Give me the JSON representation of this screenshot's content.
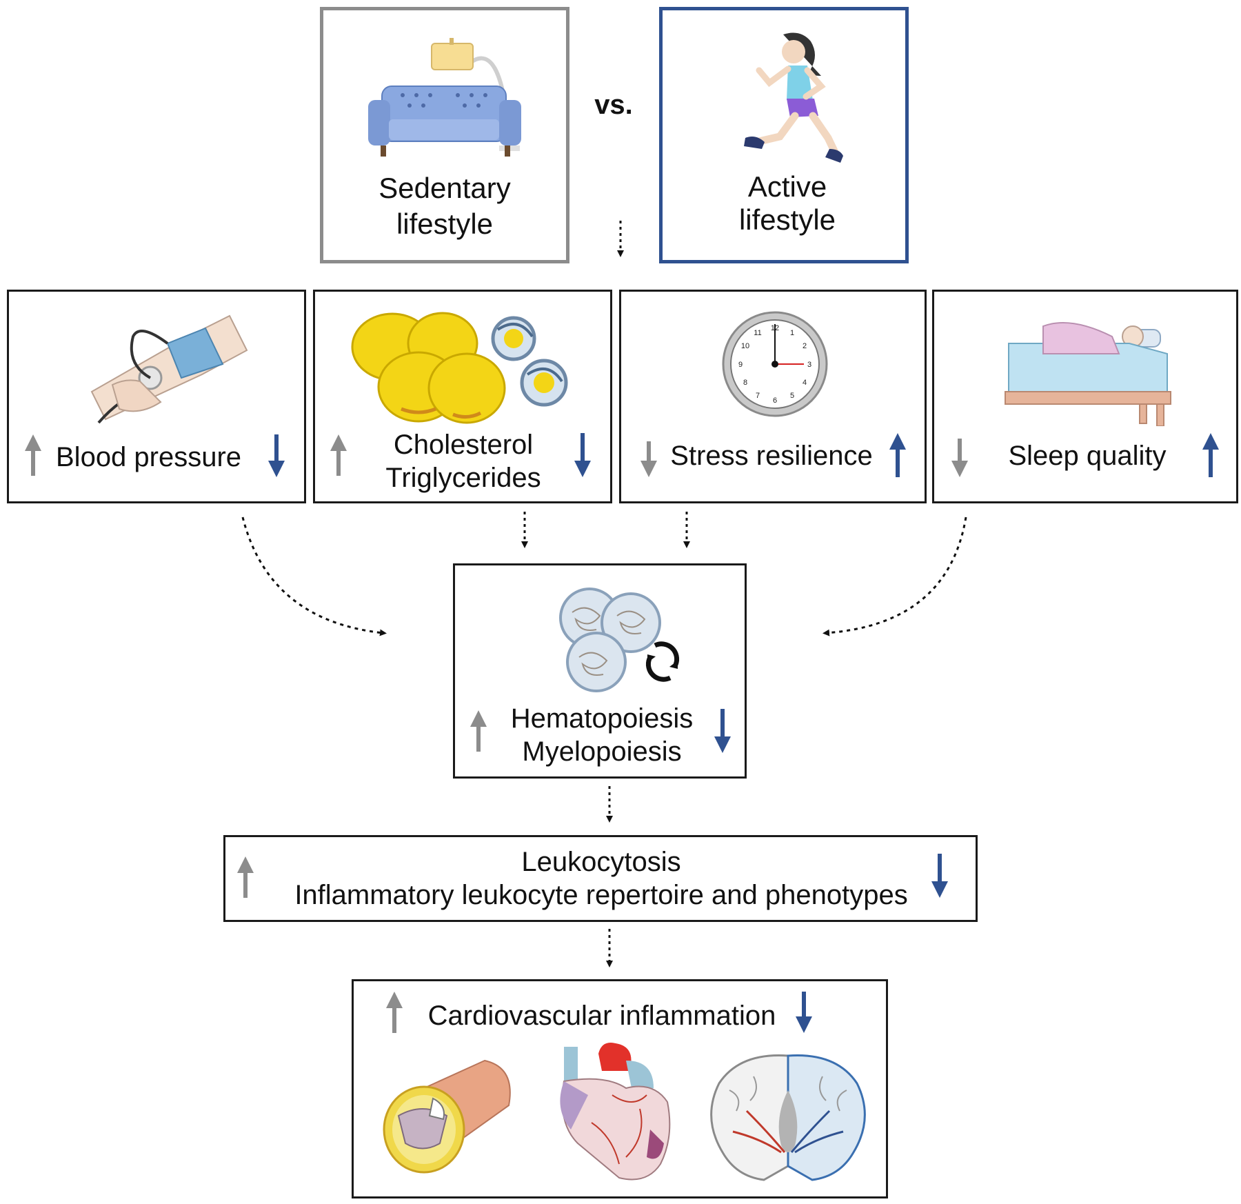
{
  "top": {
    "sedentary_label": "Sedentary lifestyle",
    "versus": "vs.",
    "active_label": "Active lifestyle"
  },
  "factors": [
    {
      "label": "Blood pressure"
    },
    {
      "label_line1": "Cholesterol",
      "label_line2": "Triglycerides"
    },
    {
      "label": "Stress resilience"
    },
    {
      "label": "Sleep quality"
    }
  ],
  "clock_numbers": [
    "12",
    "1",
    "2",
    "3",
    "4",
    "5",
    "6",
    "7",
    "8",
    "9",
    "10",
    "11"
  ],
  "hematopoiesis": {
    "line1": "Hematopoiesis",
    "line2": "Myelopoiesis"
  },
  "leukocyte": {
    "line1": "Leukocytosis",
    "line2": "Inflammatory leukocyte repertoire and phenotypes"
  },
  "cardio": {
    "label": "Cardiovascular inflammation"
  },
  "colors": {
    "sedentary_gray": "#8c8c8c",
    "active_blue": "#2f5190",
    "box_border": "#1a1a1a"
  }
}
